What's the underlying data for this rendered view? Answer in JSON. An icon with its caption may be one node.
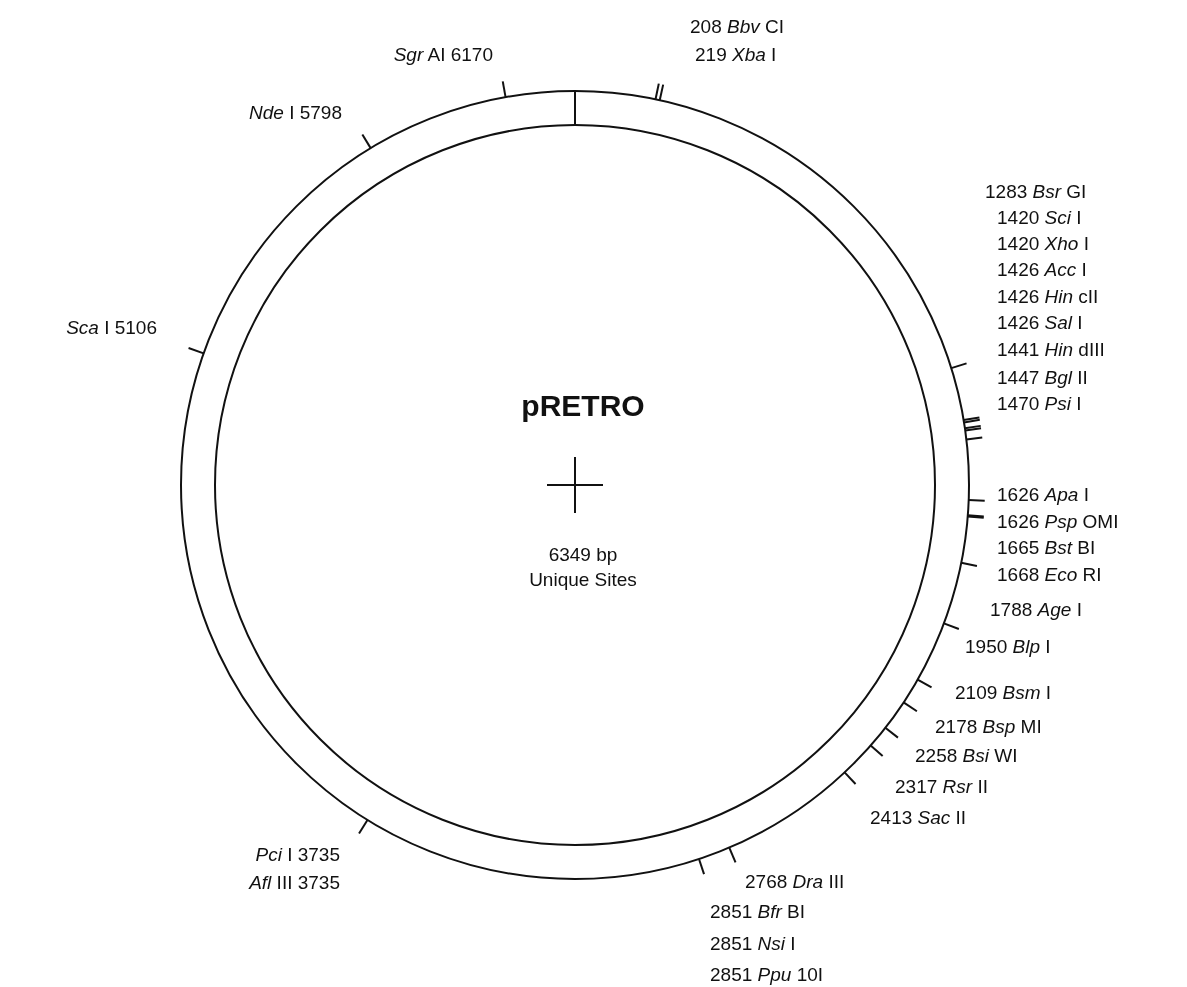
{
  "diagram": {
    "title": "pRETRO",
    "labels": [
      "208 *Bbv* CI",
      "*Sgr* AI 6170",
      "219 *Xba* I",
      "*Nde* I 5798",
      "1283 *Bsr* GI",
      "1420 *Sci* I",
      "1420 *Xho* I",
      "1426 *Acc* I",
      "1426 *Hin* cII",
      "1426 *Sal* I",
      "*Sca* I 5106",
      "1441 *Hin* dIII",
      "1447 *Bgl* II",
      "1470 *Psi* I",
      "6349 bp",
      "1626 *Apa* I",
      "1626 *Psp* OMI",
      "1665 *Bst* BI",
      "Unique Sites",
      "1668 *Eco* RI",
      "1788 *Age* I",
      "1950 *Blp* I",
      "2109 *Bsm* I",
      "2178 *Bsp* MI",
      "2258 *Bsi* WI",
      "2317 *Rsr* II",
      "2413 *Sac* II",
      "*Pci* I 3735",
      "2768 *Dra* III",
      "*Afl* III 3735",
      "2851 *Bfr* BI",
      "2851 *Nsi* I",
      "2851 *Ppu* 10I"
    ]
  }
}
